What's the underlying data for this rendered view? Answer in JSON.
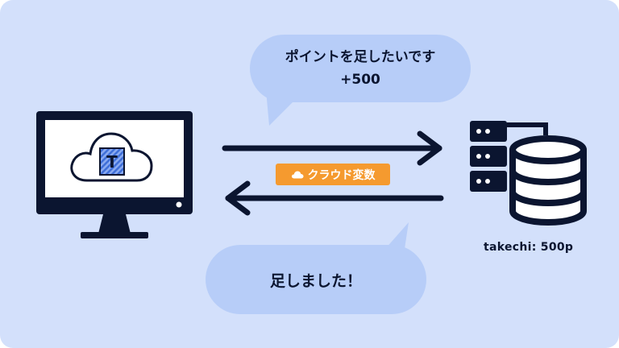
{
  "request_bubble": {
    "line1": "ポイントを足したいです",
    "line2": "+500"
  },
  "reply_bubble": {
    "text": "足しました！"
  },
  "cloud_variable_tag": {
    "label": "クラウド変数"
  },
  "server_caption": "takechi: 500p",
  "app_icon": {
    "letter": "T"
  },
  "colors": {
    "background": "#d3e0fb",
    "bubble": "#b7cdf8",
    "ink": "#0b1530",
    "tag": "#f59a2f",
    "icon_tile": "#3f6fd8"
  },
  "icons": {
    "client": "monitor-icon",
    "server": "database-server-icon",
    "tag": "cloud-icon"
  }
}
